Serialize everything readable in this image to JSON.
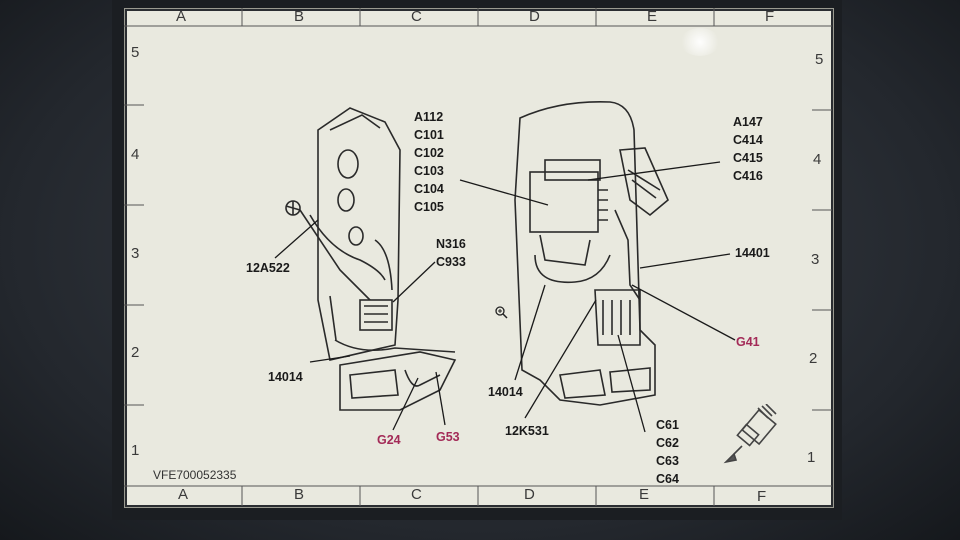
{
  "grid": {
    "columns": [
      "A",
      "B",
      "C",
      "D",
      "E",
      "F"
    ],
    "rows": [
      "5",
      "4",
      "3",
      "2",
      "1"
    ]
  },
  "callouts": {
    "connector_group_1": [
      "A112",
      "C101",
      "C102",
      "C103",
      "C104",
      "C105"
    ],
    "connector_group_2": [
      "A147",
      "C414",
      "C415",
      "C416"
    ],
    "n316_group": [
      "N316",
      "C933"
    ],
    "c61_group": [
      "C61",
      "C62",
      "C63",
      "C64"
    ],
    "part_12a522": "12A522",
    "part_14014_left": "14014",
    "part_14014_right": "14014",
    "part_14401": "14401",
    "part_12k531": "12K531"
  },
  "grounds": {
    "g24": "G24",
    "g53": "G53",
    "g41": "G41"
  },
  "diagram_code": "VFE700052335",
  "colors": {
    "ground_label": "#a32a57",
    "line": "#2a2a2a",
    "sheet": "#e9e9df"
  },
  "icons": {
    "connector": "connector-icon",
    "cursor": "magnify-cursor-icon"
  }
}
